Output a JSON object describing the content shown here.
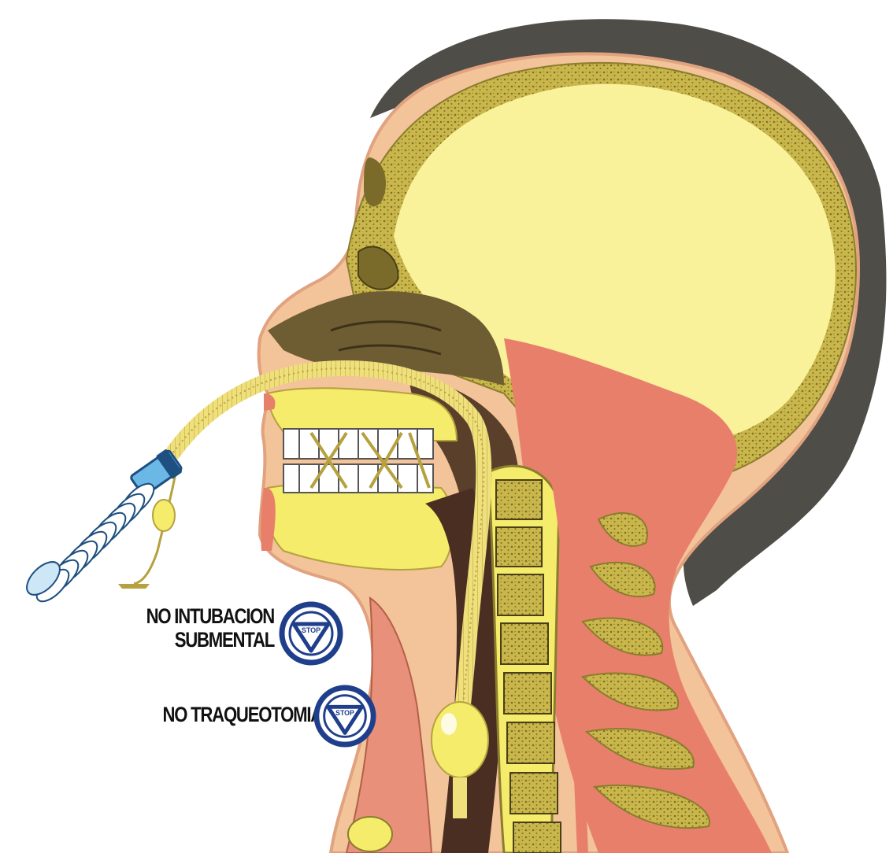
{
  "warnings": [
    {
      "lines": [
        "NO INTUBACION",
        "SUBMENTAL"
      ],
      "badge_text": "STOP",
      "icon": "stop-sign-icon"
    },
    {
      "lines": [
        "NO TRAQUEOTOMIA"
      ],
      "badge_text": "STOP",
      "icon": "stop-sign-icon"
    }
  ],
  "colors": {
    "hair": "#4f4d48",
    "skin": "#f3c39a",
    "skin_line": "#e1a27f",
    "bone": "#c2b04a",
    "bone_dots": "#7f7026",
    "brain": "#faf29a",
    "yellow_tissue": "#f4ec6a",
    "muscle": "#e87f6a",
    "airway_dark": "#5a3f2a",
    "nasal_cavity": "#6e5c33",
    "tube": "#efe07c",
    "connector_blue": "#6bb7e6",
    "stop_blue": "#1f3f8c",
    "white": "#ffffff"
  }
}
